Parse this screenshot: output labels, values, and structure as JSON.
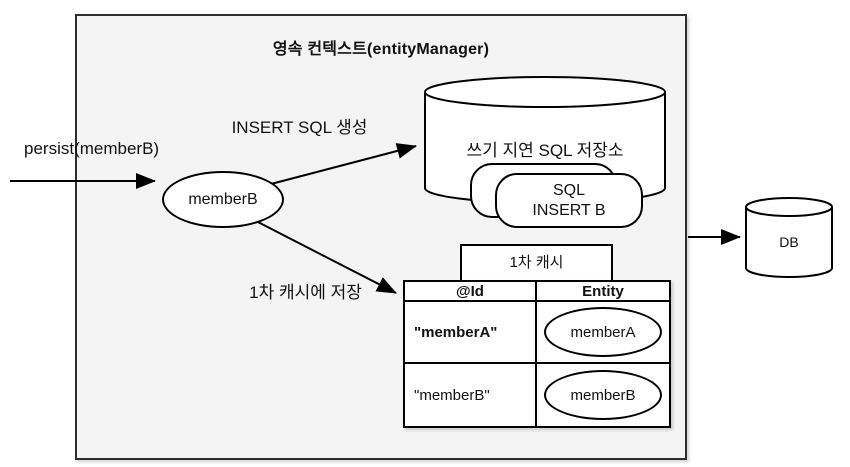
{
  "diagram": {
    "title": "영속 컨텍스트(entityManager)",
    "persist_label": "persist(memberB)",
    "insert_sql_label": "INSERT SQL 생성",
    "cache_store_label": "1차 캐시에 저장",
    "member_ellipse_label": "memberB",
    "sql_store": {
      "title": "쓰기 지연 SQL 저장소",
      "card_line1": "SQL",
      "card_line2": "INSERT B"
    },
    "cache": {
      "tab_label": "1차 캐시",
      "columns": [
        "@Id",
        "Entity"
      ],
      "rows": [
        {
          "id": "\"memberA\"",
          "entity": "memberA"
        },
        {
          "id": "\"memberB\"",
          "entity": "memberB"
        }
      ]
    },
    "db_label": "DB",
    "colors": {
      "container_fill": "#f4f4f4",
      "shape_fill": "#ffffff",
      "stroke": "#000000"
    }
  }
}
